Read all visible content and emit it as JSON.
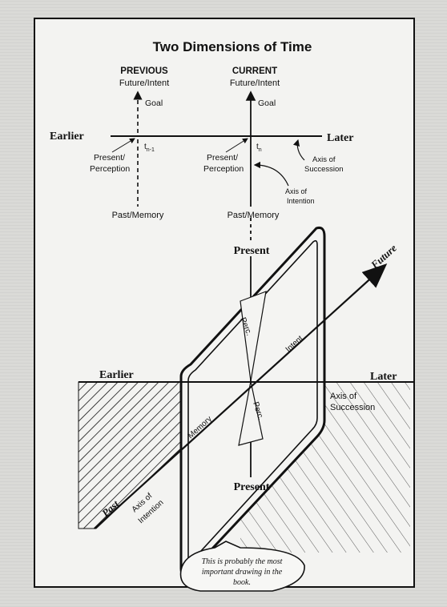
{
  "title": "Two Dimensions of Time",
  "upper": {
    "previous": {
      "header": "PREVIOUS",
      "future": "Future/Intent",
      "goal": "Goal",
      "present": "Present/",
      "perception": "Perception",
      "past": "Past/Memory",
      "t_label": "t",
      "t_sub": "n-1"
    },
    "current": {
      "header": "CURRENT",
      "future": "Future/Intent",
      "goal": "Goal",
      "present": "Present/",
      "perception": "Perception",
      "past": "Past/Memory",
      "t_label": "t",
      "t_sub": "n"
    },
    "earlier": "Earlier",
    "later": "Later",
    "axis_succession": [
      "Axis of",
      "Succession"
    ],
    "axis_intention": [
      "Axis of",
      "Intention"
    ]
  },
  "lower": {
    "present_top": "Present",
    "present_bottom": "Present",
    "future": "Future",
    "past": "Past",
    "earlier": "Earlier",
    "later": "Later",
    "axis_succession": [
      "Axis of",
      "Succession"
    ],
    "axis_intention": [
      "Axis of",
      "Intention"
    ],
    "perc_top": "Perc.",
    "perc_bottom": "Perc.",
    "intent": "Intent",
    "memory": "Memory"
  },
  "note": [
    "This is probably the most",
    "important drawing in the",
    "book."
  ]
}
